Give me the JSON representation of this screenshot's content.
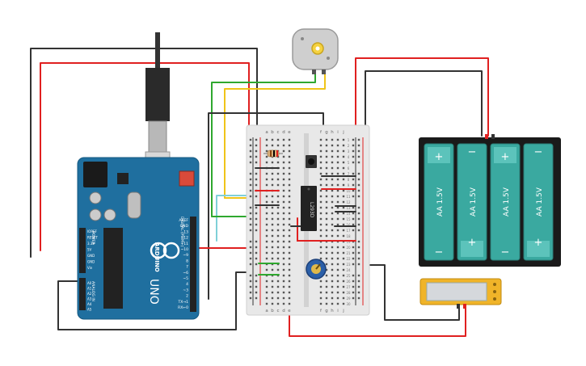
{
  "arduino": {
    "brand_text": "ARDUINO",
    "model_text": "UNO",
    "header_labels_right": [
      "AREF",
      "GND",
      "13",
      "12",
      "~11",
      "~10",
      "~9",
      "8",
      "7",
      "~6",
      "~5",
      "4",
      "~3",
      "2",
      "TX→1",
      "RX←0"
    ],
    "header_labels_left": [
      "IOREF",
      "RESET",
      "3.3V",
      "5V",
      "GND",
      "GND",
      "Vin",
      "A0",
      "A1",
      "A2",
      "A3",
      "A4",
      "A5"
    ],
    "digital_label": "DIGITAL (PWM~)",
    "power_label": "POWER",
    "analog_label": "ANALOG IN"
  },
  "breadboard": {
    "column_letters_top": [
      "a",
      "b",
      "c",
      "d",
      "e",
      "f",
      "g",
      "h",
      "i",
      "j"
    ],
    "column_letters_bottom": [
      "a",
      "b",
      "c",
      "d",
      "e",
      "f",
      "g",
      "h",
      "i",
      "j"
    ],
    "row_numbers": [
      "1",
      "2",
      "3",
      "4",
      "5",
      "6",
      "7",
      "8",
      "9",
      "10",
      "11",
      "12",
      "13",
      "14",
      "15",
      "16",
      "17",
      "18",
      "19",
      "20",
      "21",
      "22",
      "23",
      "24",
      "25",
      "26",
      "27",
      "28",
      "29",
      "30"
    ]
  },
  "chip_label": "L293D",
  "battery": {
    "cell_label": "AA 1.5V",
    "plus": "+",
    "minus": "−"
  },
  "colors": {
    "wire_red": "#e02020",
    "wire_black": "#333333",
    "wire_green": "#2fa82f",
    "wire_yellow": "#f0c419",
    "wire_cyan": "#7fd0d8",
    "arduino_blue": "#1f6f9f",
    "battery_teal": "#3aa9a0"
  }
}
